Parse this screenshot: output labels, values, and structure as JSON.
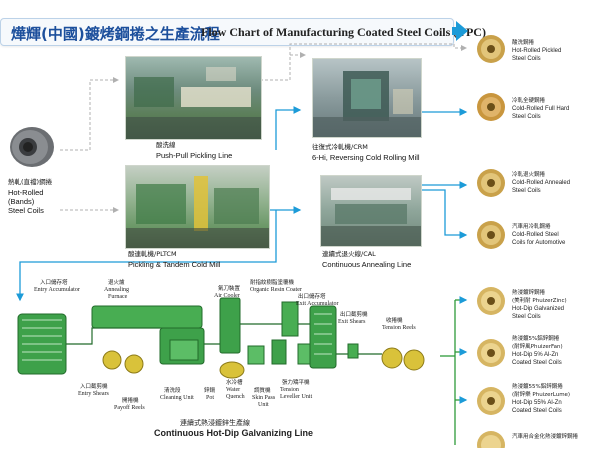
{
  "header": {
    "title_zh": "燁輝(中國)鍍烤鋼捲之生產流程",
    "title_en": "Flow Chart of Manufacturing Coated Steel Coils (YPC)"
  },
  "input": {
    "label_zh": "熱軋(直襠)鋼捲",
    "lines_en": [
      "Hot-Rolled",
      "(Bands)",
      "Steel Coils"
    ]
  },
  "processes": {
    "pickling": {
      "zh": "酸洗線",
      "en": "Push-Pull Pickling Line"
    },
    "crm": {
      "zh": "往復式冷軋機/CRM",
      "en": "6-Hi, Reversing Cold Rolling Mill"
    },
    "pltcm": {
      "zh": "酸連軋機/PLTCM",
      "en": "Pickling & Tandem Cold Mill"
    },
    "cal": {
      "zh": "連續式退火線/CAL",
      "en": "Continuous Annealing Line"
    }
  },
  "galv_line": {
    "title_zh": "連續式熱浸鍍鋅生產線",
    "title_en": "Continuous Hot-Dip Galvanizing Line",
    "labels": [
      {
        "zh": "入口儲存塔",
        "en": "Entry Accumulator"
      },
      {
        "zh": "退火爐",
        "en": "Annealing Furnace"
      },
      {
        "zh": "氣刀裝置",
        "en": "Air Cooler"
      },
      {
        "zh": "耐指紋樹脂塗覆機",
        "en": "Organic Resin Coater"
      },
      {
        "zh": "出口儲存塔",
        "en": "Exit Accumulator"
      },
      {
        "zh": "出口截剪機",
        "en": "Exit Shears"
      },
      {
        "zh": "收捲機",
        "en": "Tension Reels"
      },
      {
        "zh": "入口截剪機",
        "en": "Entry Shears"
      },
      {
        "zh": "開捲機",
        "en": "Payoff Reels"
      },
      {
        "zh": "清洗段",
        "en": "Cleaning Unit"
      },
      {
        "zh": "鋅鍋",
        "en": "Pot"
      },
      {
        "zh": "水冷槽",
        "en": "Water Quench"
      },
      {
        "zh": "調質機",
        "en": "Skin Pass Unit"
      },
      {
        "zh": "張力矯平機",
        "en": "Tension Leveller Unit"
      }
    ]
  },
  "products": [
    {
      "zh": "酸洗鋼捲",
      "en": [
        "Hot-Rolled Pickled",
        "Steel Coils"
      ]
    },
    {
      "zh": "冷軋全硬鋼捲",
      "en": [
        "Cold-Rolled Full Hard",
        "Steel Coils"
      ]
    },
    {
      "zh": "冷軋退火鋼捲",
      "en": [
        "Cold-Rolled Annealed",
        "Steel Coils"
      ]
    },
    {
      "zh": "汽車用冷軋鋼捲",
      "en": [
        "Cold-Rolled Steel",
        "Coils for Automotive"
      ]
    },
    {
      "zh": "熱浸鍍鋅鋼捲",
      "zh2": "(美利耐 PhuizerZinc)",
      "en": [
        "Hot-Dip Galvanized",
        "Steel Coils"
      ]
    },
    {
      "zh": "熱浸鍍5%鋁鋅鋼捲",
      "zh2": "(耐鋅風PhuizerFan)",
      "en": [
        "Hot-Dip 5% Al-Zn",
        "Coated Steel Coils"
      ]
    },
    {
      "zh": "熱浸鍍55%鋁鋅鋼捲",
      "zh2": "(耐鋅樂 PhuizerLume)",
      "en": [
        "Hot-Dip 55% Al-Zn",
        "Coated Steel Coils"
      ]
    },
    {
      "zh": "汽車用合金化熱浸鍍鋅鋼捲",
      "en": []
    }
  ],
  "colors": {
    "accent": "#1c9bd8",
    "title_blue": "#1c4f9c",
    "galv_green": "#2e9a3a",
    "coil_gold": "#c9a14a"
  }
}
